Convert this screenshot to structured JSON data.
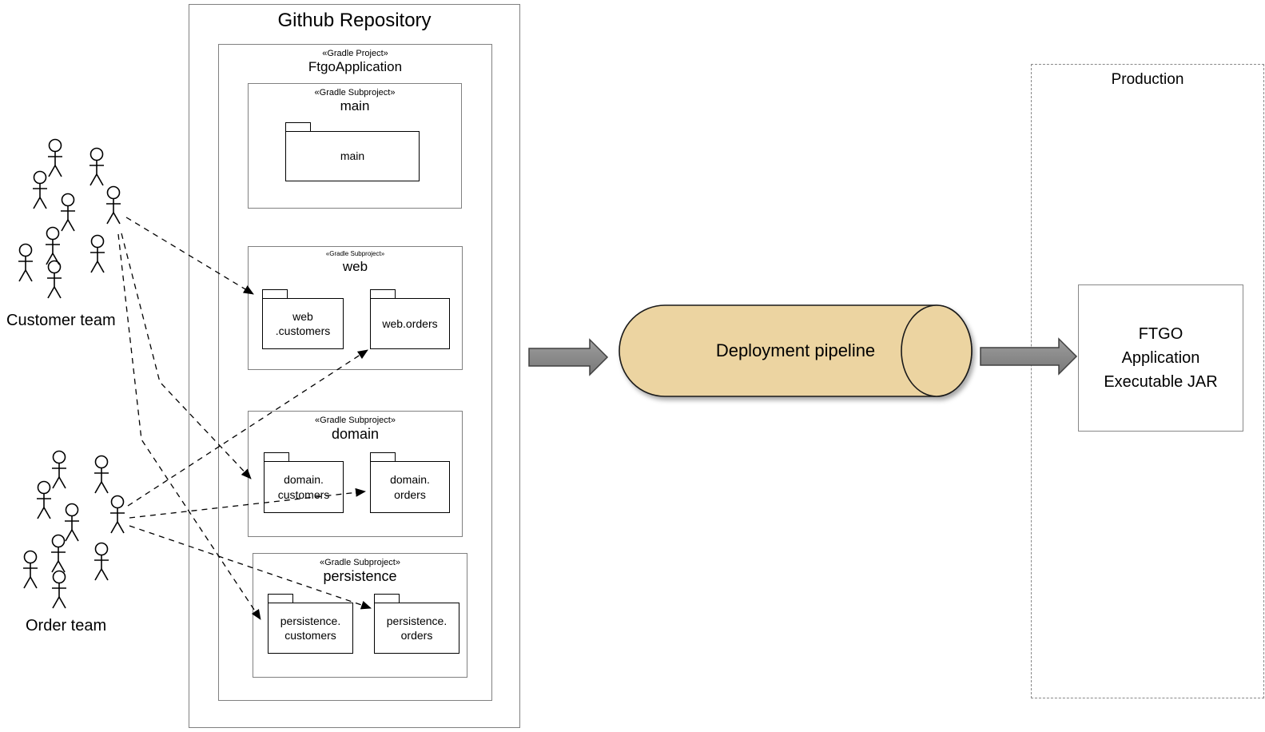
{
  "teams": [
    {
      "id": "customer-team",
      "label": "Customer team",
      "member_count": 9
    },
    {
      "id": "order-team",
      "label": "Order team",
      "member_count": 9
    }
  ],
  "repo": {
    "title": "Github Repository"
  },
  "app": {
    "stereotype": "«Gradle Project»",
    "name": "FtgoApplication"
  },
  "subprojects": [
    {
      "stereotype": "«Gradle Subproject»",
      "name": "main",
      "folders": [
        "main"
      ]
    },
    {
      "stereotype": "«Gradle Subproject»",
      "name": "web",
      "folders": [
        "web\n.customers",
        "web.orders"
      ]
    },
    {
      "stereotype": "«Gradle Subproject»",
      "name": "domain",
      "folders": [
        "domain.\ncustomers",
        "domain.\norders"
      ]
    },
    {
      "stereotype": "«Gradle Subproject»",
      "name": "persistence",
      "folders": [
        "persistence.\ncustomers",
        "persistence.\norders"
      ]
    }
  ],
  "pipeline": {
    "label": "Deployment pipeline"
  },
  "production": {
    "title": "Production",
    "artifact": "FTGO\nApplication\nExecutable JAR"
  },
  "edges": [
    {
      "from": "Customer team",
      "to": "web.customers"
    },
    {
      "from": "Customer team",
      "to": "domain.customers"
    },
    {
      "from": "Customer team",
      "to": "persistence.customers"
    },
    {
      "from": "Order team",
      "to": "web.orders"
    },
    {
      "from": "Order team",
      "to": "domain.orders"
    },
    {
      "from": "Order team",
      "to": "persistence.orders"
    },
    {
      "from": "Github Repository",
      "to": "Deployment pipeline"
    },
    {
      "from": "Deployment pipeline",
      "to": "FTGO Application Executable JAR"
    }
  ],
  "colors": {
    "pipeline_fill": "#ecd4a1",
    "pipeline_stroke": "#1a1a1a",
    "flow_arrow_fill": "#8c8c8c",
    "flow_arrow_stroke": "#404040",
    "container_border": "#808080"
  }
}
